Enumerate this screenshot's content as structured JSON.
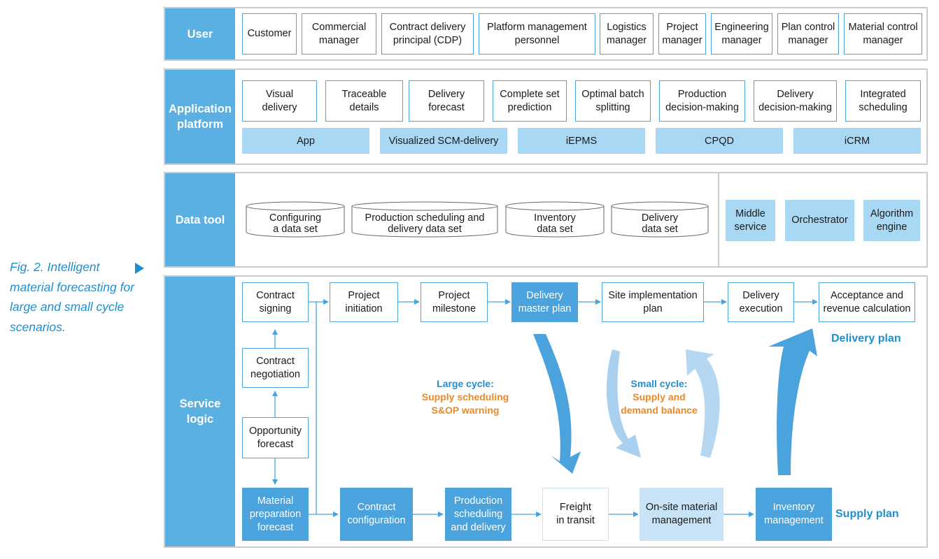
{
  "caption": "Fig. 2. Intelligent material forecasting for large and small cycle scenarios.",
  "layers": {
    "user": {
      "label": "User",
      "items": [
        "Customer",
        "Commercial\nmanager",
        "Contract delivery\nprincipal (CDP)",
        "Platform management\npersonnel",
        "Logistics\nmanager",
        "Project\nmanager",
        "Engineering\nmanager",
        "Plan control\nmanager",
        "Material control\nmanager"
      ]
    },
    "application": {
      "label": "Application platform",
      "items": [
        "Visual\ndelivery",
        "Traceable\ndetails",
        "Delivery\nforecast",
        "Complete set\nprediction",
        "Optimal batch\nsplitting",
        "Production\ndecision-making",
        "Delivery\ndecision-making",
        "Integrated\nscheduling"
      ],
      "systems": [
        "App",
        "Visualized SCM-delivery",
        "iEPMS",
        "CPQD",
        "iCRM"
      ]
    },
    "data_tool": {
      "label": "Data tool",
      "datasets": [
        "Configuring\na data set",
        "Production scheduling and\ndelivery data set",
        "Inventory\ndata set",
        "Delivery\ndata set"
      ],
      "engines": [
        "Middle\nservice",
        "Orchestrator",
        "Algorithm\nengine"
      ]
    },
    "service_logic": {
      "label": "Service logic",
      "left_column": [
        "Contract\nsigning",
        "Contract\nnegotiation",
        "Opportunity\nforecast",
        "Material\npreparation\nforecast"
      ],
      "delivery_row": [
        "Project\ninitiation",
        "Project\nmilestone",
        "Delivery\nmaster plan",
        "Site implementation\nplan",
        "Delivery\nexecution",
        "Acceptance and\nrevenue calculation"
      ],
      "supply_row": [
        "Contract\nconfiguration",
        "Production\nscheduling\nand delivery",
        "Freight\nin transit",
        "On-site material\nmanagement",
        "Inventory\nmanagement"
      ],
      "delivery_plan_label": "Delivery plan",
      "supply_plan_label": "Supply plan",
      "large_cycle": {
        "title": "Large cycle:",
        "subtitle": "Supply scheduling\nS&OP warning"
      },
      "small_cycle": {
        "title": "Small cycle:",
        "subtitle": "Supply and\ndemand balance"
      }
    }
  },
  "colors": {
    "label_bg": "#5ab0e3",
    "box_border": "#4aa3dc",
    "system_bar": "#a9d8f5",
    "accent_text": "#1f8fd0",
    "orange_text": "#e8892a"
  }
}
